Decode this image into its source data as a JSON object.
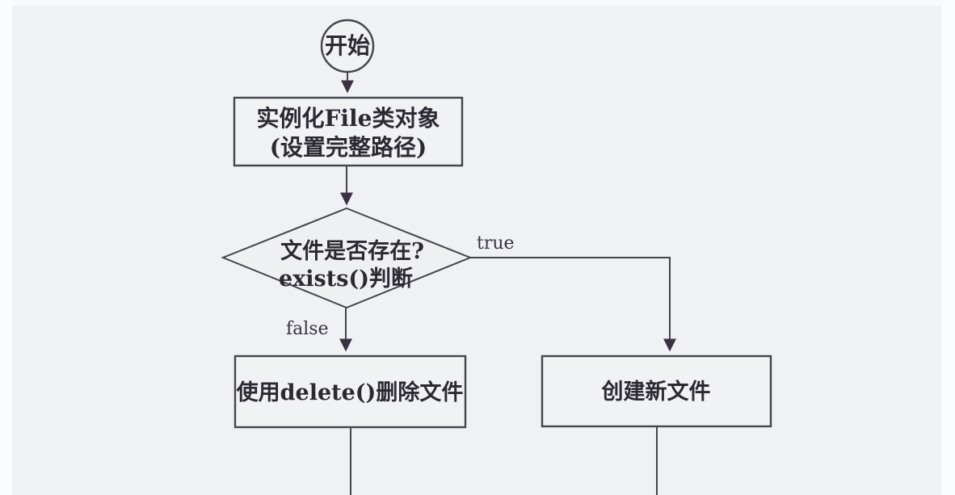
{
  "flowchart": {
    "description": "Java File operation flowchart (scanned textbook figure)",
    "nodes": {
      "start": {
        "label": "开始"
      },
      "instantiate_box": {
        "line1": "实例化File类对象",
        "line2": "(设置完整路径)"
      },
      "decision_diamond": {
        "line1": "文件是否存在?",
        "line2": "exists()判断"
      },
      "delete_box": {
        "label": "使用delete()删除文件"
      },
      "create_box": {
        "label": "创建新文件"
      }
    },
    "edge_labels": {
      "true_branch": "true",
      "false_branch": "false"
    },
    "colors": {
      "canvas_background": "#eff1f4",
      "page_margin": "#fbfcfe",
      "node_fill": "#f1f2f4",
      "line_stroke": "#45454e",
      "text_color": "#2d2933"
    }
  }
}
